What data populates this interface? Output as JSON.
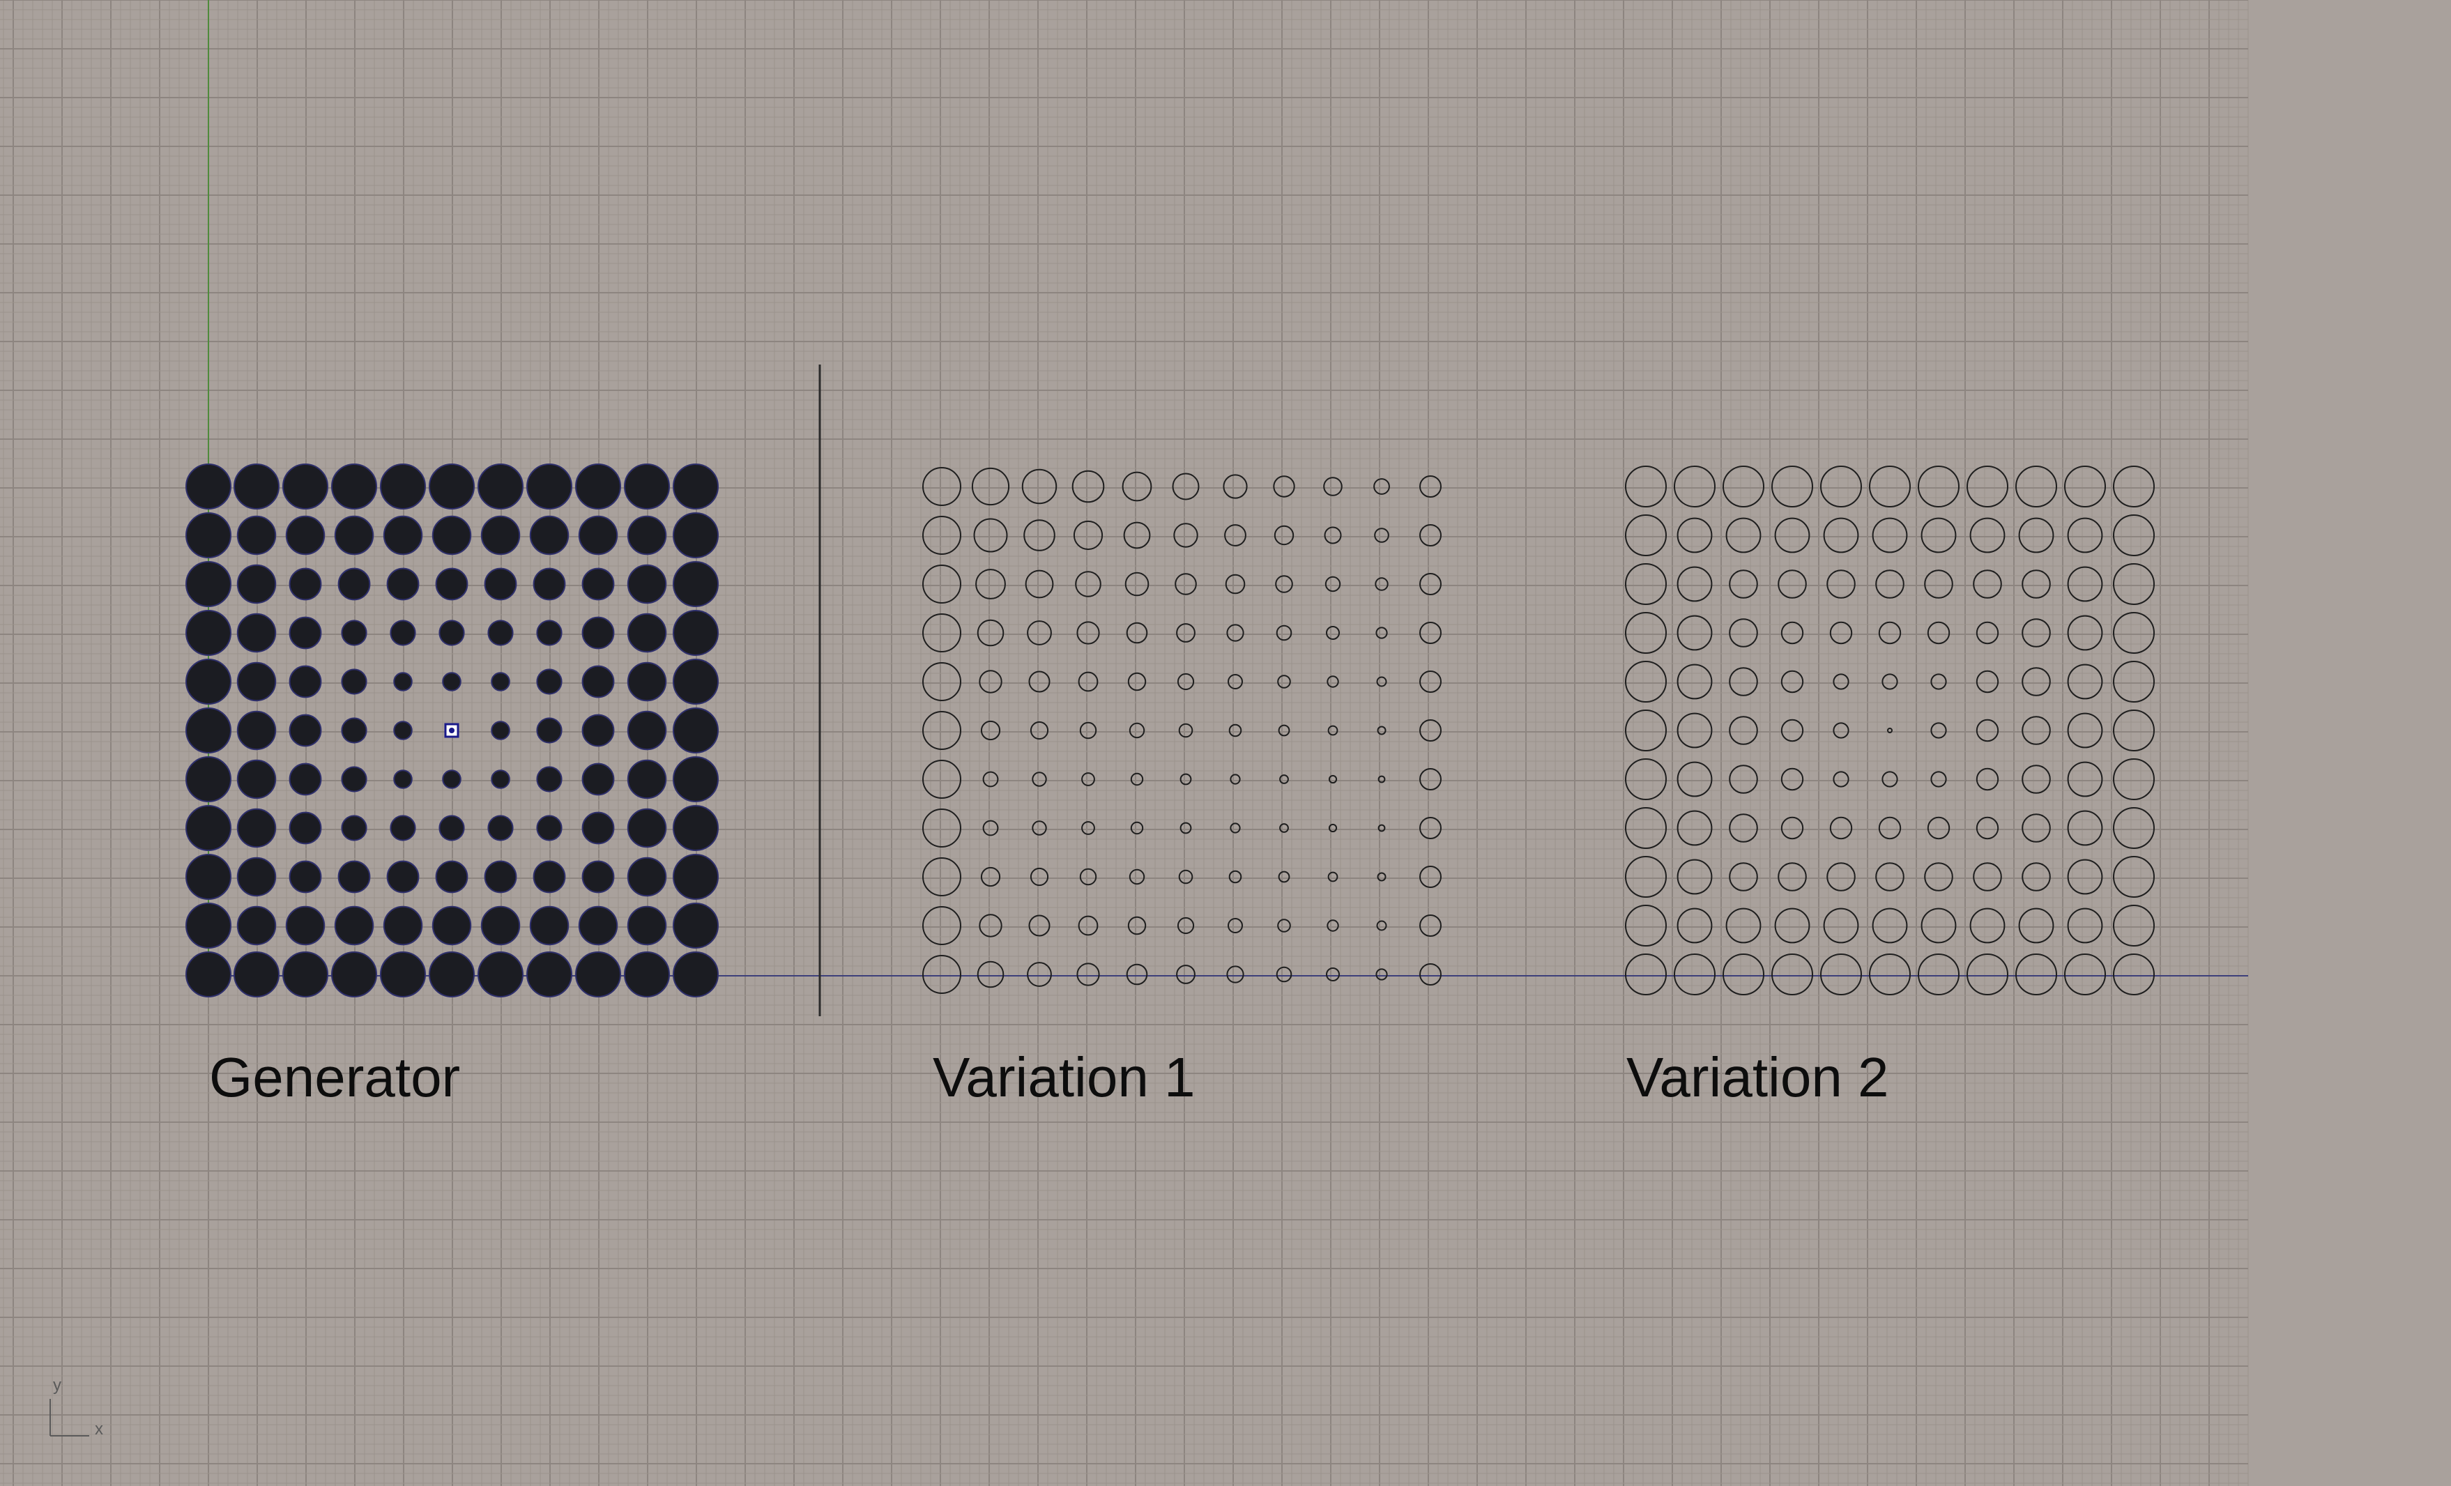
{
  "viewport": {
    "background_color": "#a9a19c",
    "minor_grid_color": "#9a928d",
    "major_grid_color": "#8d8580",
    "x_axis_color": "#3d3f7a",
    "y_axis_color": "#4f8a3c",
    "axis_icon": "xy-axis-indicator-icon",
    "axis_x_label": "x",
    "axis_y_label": "y"
  },
  "panels": [
    {
      "id": "generator",
      "label": "Generator",
      "style": "filled",
      "fill_color": "#1b1c22",
      "stroke_color": "#2e2f6b",
      "rows": 11,
      "cols": 11,
      "selected_point_icon": "gumball-point-icon"
    },
    {
      "id": "variation-1",
      "label": "Variation 1",
      "style": "outline",
      "stroke_color": "#1e1e1e",
      "rows": 11,
      "cols": 11
    },
    {
      "id": "variation-2",
      "label": "Variation 2",
      "style": "outline",
      "stroke_color": "#1e1e1e",
      "rows": 11,
      "cols": 11
    }
  ]
}
